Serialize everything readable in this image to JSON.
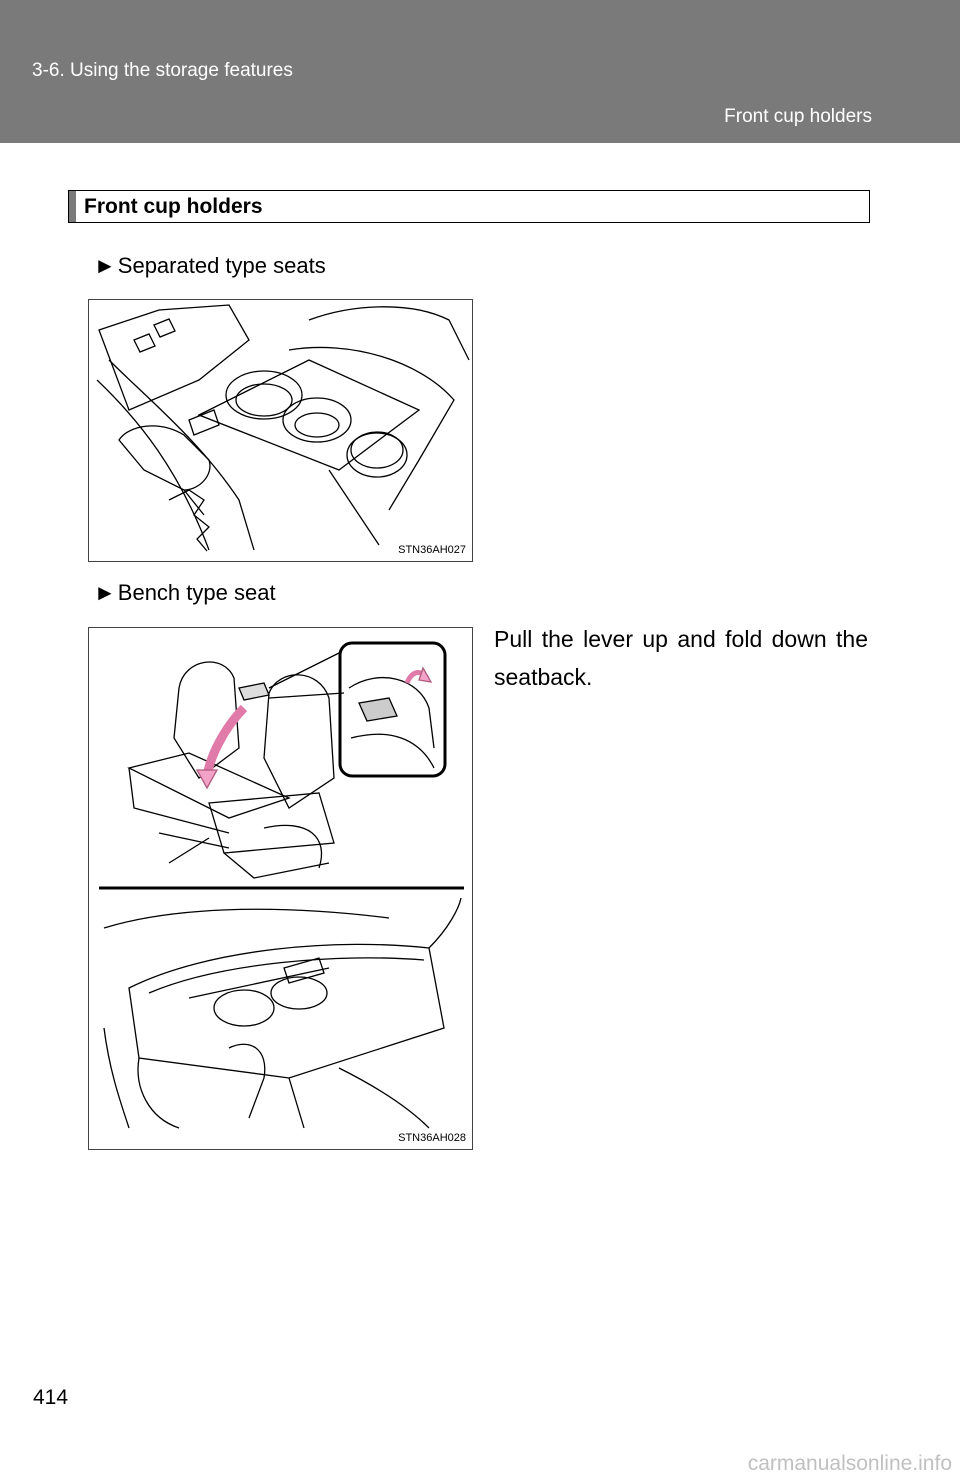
{
  "header": {
    "section": "3-6. Using the storage features",
    "title": "Front cup holders"
  },
  "content": {
    "heading": "Front cup holders",
    "item1": {
      "arrow": "►",
      "label": "Separated type seats",
      "figure_id": "STN36AH027"
    },
    "item2": {
      "arrow": "►",
      "label": "Bench type seat",
      "figure_id": "STN36AH028"
    },
    "instruction": "Pull the lever up and fold down the seatback."
  },
  "page_number": "414",
  "watermark": "carmanualsonline.info",
  "colors": {
    "header_bg": "#7a7a7a",
    "arrow_pink": "#f2a3c7"
  }
}
